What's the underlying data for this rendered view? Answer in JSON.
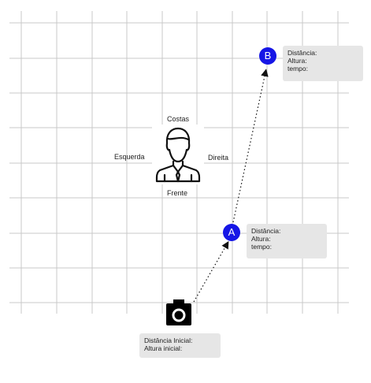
{
  "person": {
    "label_back": "Costas",
    "label_front": "Frente",
    "label_left": "Esquerda",
    "label_right": "Direita",
    "icon": "person-icon"
  },
  "camera": {
    "icon": "camera-icon",
    "info_lines": [
      "Distância Inicial:",
      "Altura inicial:"
    ]
  },
  "points": [
    {
      "id": "A",
      "info_lines": [
        "Distância:",
        "Altura:",
        "tempo:"
      ]
    },
    {
      "id": "B",
      "info_lines": [
        "Distância:",
        "Altura:",
        "tempo:"
      ]
    }
  ],
  "colors": {
    "marker": "#1616e6",
    "grid": "#c8c8c8",
    "info_bg": "#e6e6e6"
  }
}
